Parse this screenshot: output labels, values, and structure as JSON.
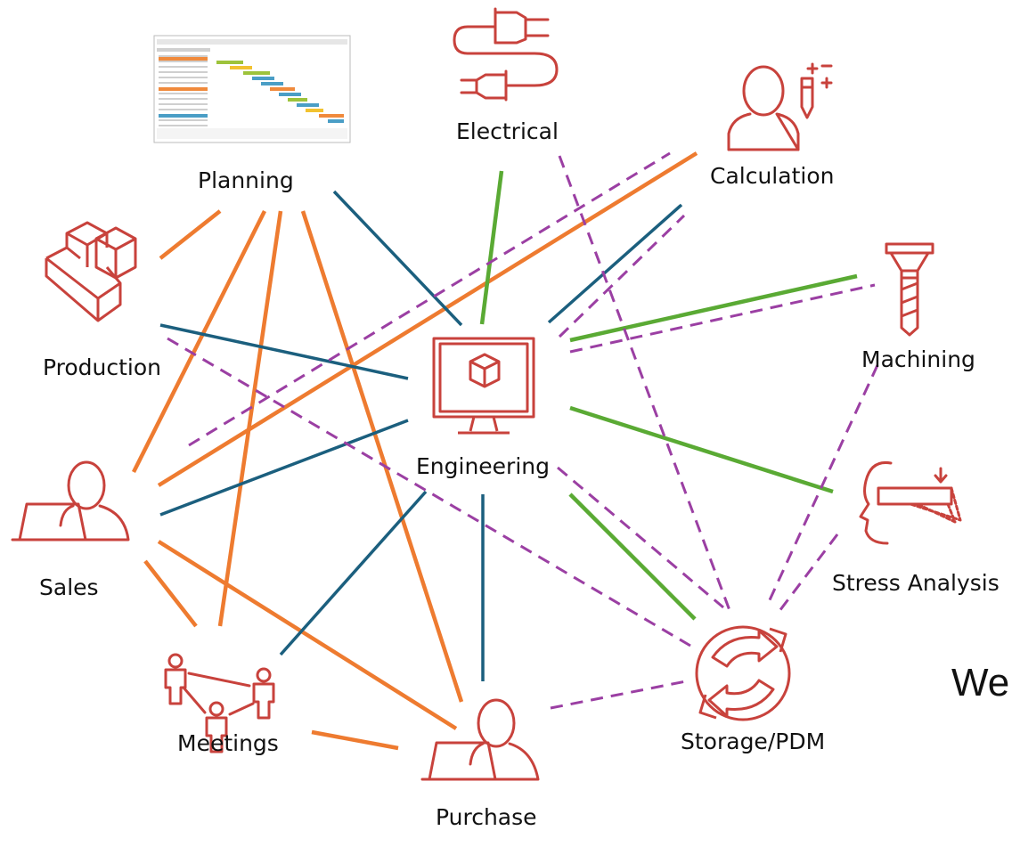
{
  "nodes": {
    "planning": "Planning",
    "electrical": "Electrical",
    "calculation": "Calculation",
    "production": "Production",
    "machining": "Machining",
    "engineering": "Engineering",
    "sales": "Sales",
    "stress_analysis": "Stress Analysis",
    "storage_pdm": "Storage/PDM",
    "meetings": "Meetings",
    "purchase": "Purchase"
  },
  "partial_text": "We",
  "colors": {
    "icon": "#c8423c",
    "orange_link": "#ee7b30",
    "blue_link": "#1b5f7e",
    "green_link": "#5aaa34",
    "purple_dashed_link": "#9b3fa3"
  },
  "icons": {
    "planning": "gantt-chart-thumbnail",
    "electrical": "power-plug-icon",
    "calculation": "person-with-pencil-icon",
    "production": "stacked-blocks-icon",
    "machining": "milling-tool-icon",
    "engineering": "monitor-with-cube-icon",
    "sales": "person-at-laptop-icon",
    "stress_analysis": "head-with-beam-icon",
    "storage_pdm": "sync-arrows-icon",
    "meetings": "people-network-icon",
    "purchase": "person-at-laptop-icon"
  }
}
